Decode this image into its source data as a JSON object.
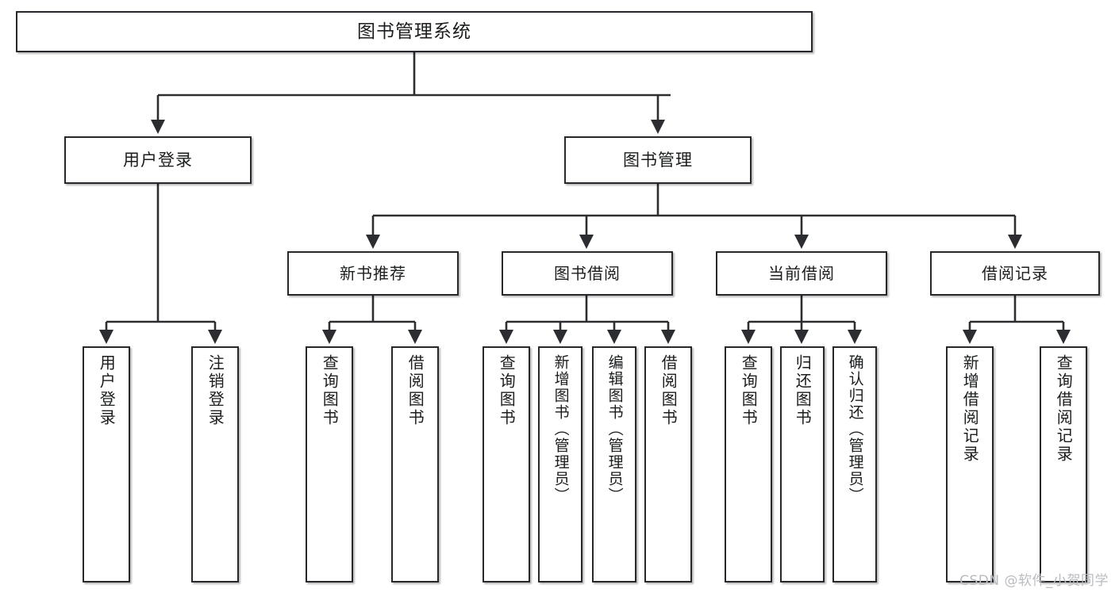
{
  "diagram": {
    "type": "tree",
    "title": "图书管理系统",
    "orientation": "top-down",
    "colors": {
      "box_border": "#26282b",
      "box_fill": "#ffffff",
      "connector": "#2b2d30",
      "text": "#1a1c1e",
      "watermark": "#b9bcc0",
      "background": "#ffffff"
    },
    "root": {
      "label": "图书管理系统"
    },
    "level1": [
      {
        "label": "用户登录"
      },
      {
        "label": "图书管理"
      }
    ],
    "level2": [
      {
        "label": "新书推荐"
      },
      {
        "label": "图书借阅"
      },
      {
        "label": "当前借阅"
      },
      {
        "label": "借阅记录"
      }
    ],
    "leaves": {
      "user_login": [
        {
          "label": "用户登录"
        },
        {
          "label": "注销登录"
        }
      ],
      "new_book_recommend": [
        {
          "label": "查询图书"
        },
        {
          "label": "借阅图书"
        }
      ],
      "book_borrow": [
        {
          "label": "查询图书"
        },
        {
          "label": "新增图书（管理员）"
        },
        {
          "label": "编辑图书（管理员）"
        },
        {
          "label": "借阅图书"
        }
      ],
      "current_borrow": [
        {
          "label": "查询图书"
        },
        {
          "label": "归还图书"
        },
        {
          "label": "确认归还（管理员）"
        }
      ],
      "borrow_record": [
        {
          "label": "新增借阅记录"
        },
        {
          "label": "查询借阅记录"
        }
      ]
    }
  },
  "watermark": {
    "text": "CSDN @软件_小贺同学"
  }
}
